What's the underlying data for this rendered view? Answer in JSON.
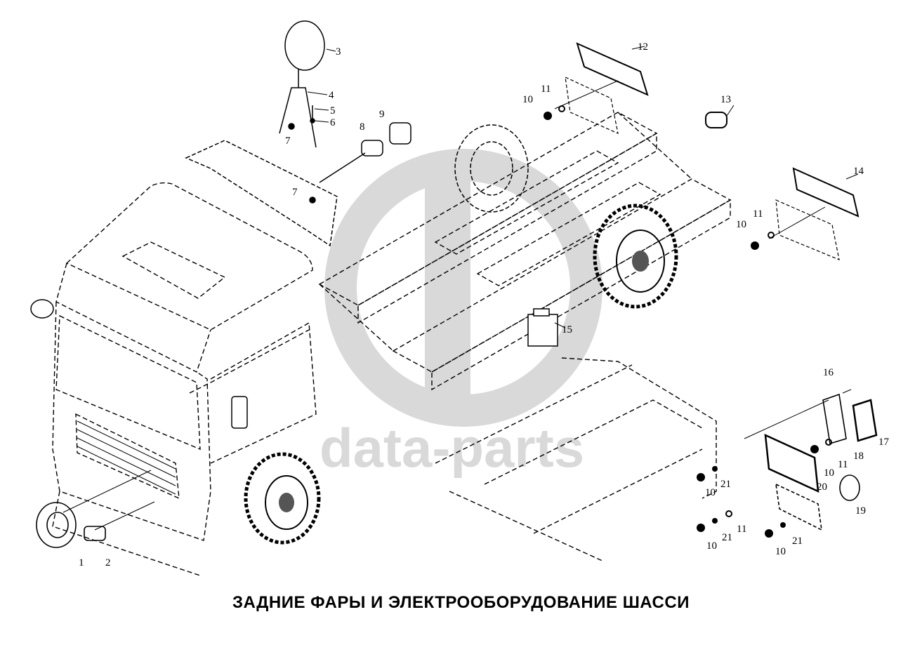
{
  "watermark": {
    "text": "data-parts"
  },
  "caption": "ЗАДНИЕ ФАРЫ И ЭЛЕКТРООБОРУДОВАНИЕ ШАССИ",
  "callouts": [
    {
      "num": "1"
    },
    {
      "num": "2"
    },
    {
      "num": "3"
    },
    {
      "num": "4"
    },
    {
      "num": "5"
    },
    {
      "num": "6"
    },
    {
      "num": "7"
    },
    {
      "num": "7"
    },
    {
      "num": "8"
    },
    {
      "num": "9"
    },
    {
      "num": "10"
    },
    {
      "num": "11"
    },
    {
      "num": "12"
    },
    {
      "num": "13"
    },
    {
      "num": "10"
    },
    {
      "num": "11"
    },
    {
      "num": "14"
    },
    {
      "num": "15"
    },
    {
      "num": "16"
    },
    {
      "num": "17"
    },
    {
      "num": "18"
    },
    {
      "num": "11"
    },
    {
      "num": "10"
    },
    {
      "num": "10"
    },
    {
      "num": "21"
    },
    {
      "num": "20"
    },
    {
      "num": "19"
    },
    {
      "num": "10"
    },
    {
      "num": "21"
    },
    {
      "num": "11"
    },
    {
      "num": "10"
    },
    {
      "num": "21"
    }
  ],
  "colors": {
    "line": "#000000",
    "watermark": "#d9d9d9",
    "background": "#ffffff"
  }
}
